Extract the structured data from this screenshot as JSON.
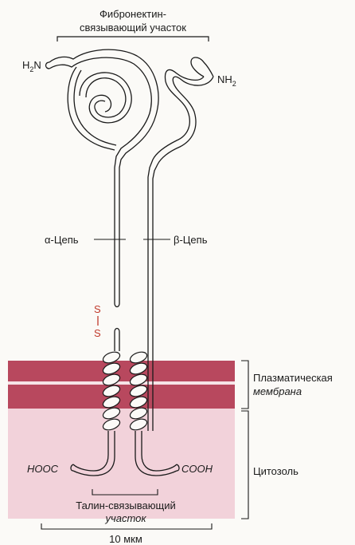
{
  "top_label": {
    "line1": "Фибронектин-",
    "line2": "связывающий участок"
  },
  "alpha_terminus": {
    "main": "H",
    "sub": "2",
    "tail": "N"
  },
  "beta_terminus": {
    "main": "NH",
    "sub": "2"
  },
  "alpha_chain": "α-Цепь",
  "beta_chain": "β-Цепь",
  "disulfide": {
    "s1": "S",
    "s2": "S",
    "color": "#c0392b"
  },
  "membrane": {
    "line1": "Плазматическая",
    "line2": "мембрана",
    "color": "#b5455a",
    "band_color": "#c65c70"
  },
  "cytosol": {
    "label": "Цитозоль",
    "color": "#f3d4dc"
  },
  "alpha_c_terminus": "HOOC",
  "beta_c_terminus": "COOH",
  "talin_label": {
    "line1": "Талин-связывающий",
    "line2": "участок"
  },
  "scale_bar": "10 мкм"
}
